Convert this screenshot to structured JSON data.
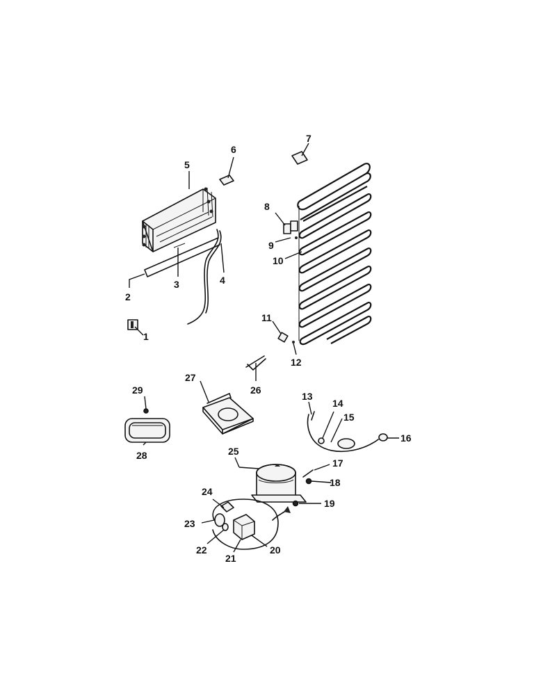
{
  "labels": {
    "p1": "1",
    "p2": "2",
    "p3": "3",
    "p4": "4",
    "p5": "5",
    "p6": "6",
    "p7": "7",
    "p8": "8",
    "p9": "9",
    "p10": "10",
    "p11": "11",
    "p12": "12",
    "p13": "13",
    "p14": "14",
    "p15": "15",
    "p16": "16",
    "p17": "17",
    "p18": "18",
    "p19": "19",
    "p20": "20",
    "p21": "21",
    "p22": "22",
    "p23": "23",
    "p24": "24",
    "p25": "25",
    "p26": "26",
    "p27": "27",
    "p28": "28",
    "p29": "29"
  },
  "colors": {
    "ink": "#111111",
    "paper": "#ffffff"
  }
}
